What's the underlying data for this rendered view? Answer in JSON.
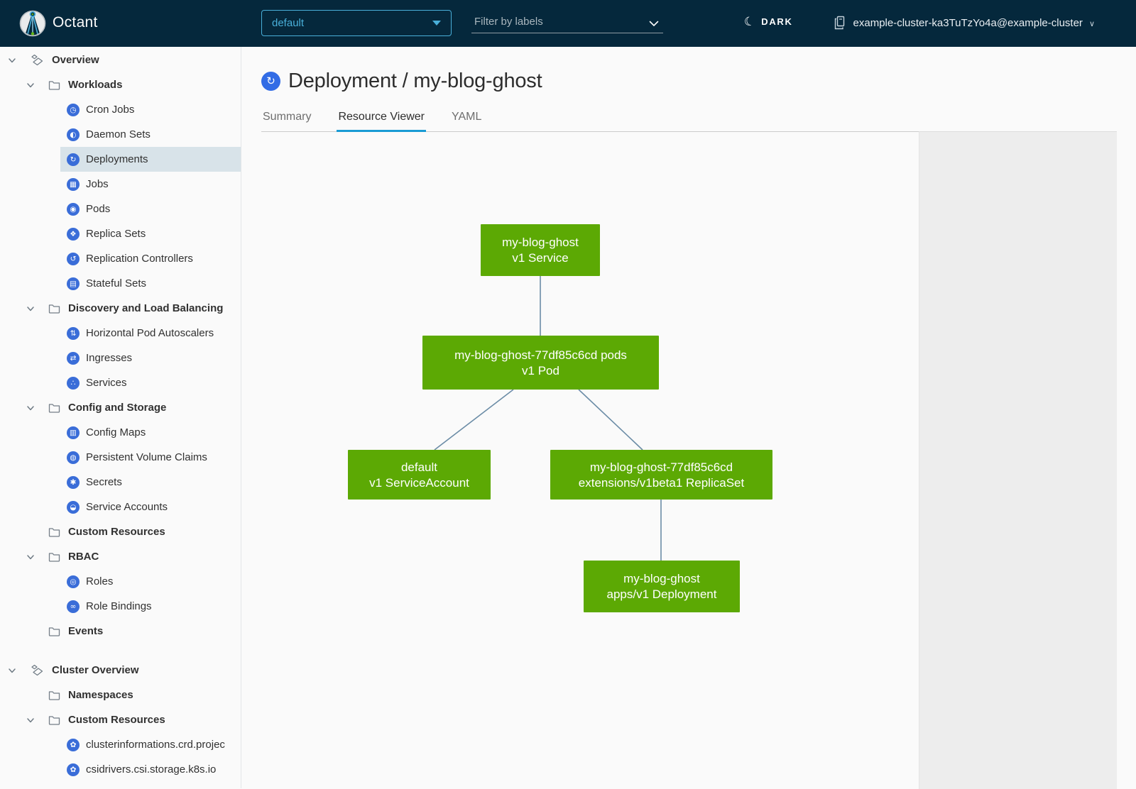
{
  "header": {
    "app_name": "Octant",
    "namespace_selector": {
      "value": "default"
    },
    "filter": {
      "placeholder": "Filter by labels"
    },
    "theme_toggle": {
      "label": "DARK"
    },
    "context": {
      "label": "example-cluster-ka3TuTzYo4a@example-cluster"
    }
  },
  "sidebar": {
    "items": [
      {
        "label": "Overview",
        "type": "section",
        "icon": "applications-icon",
        "chevron": true
      },
      {
        "label": "Workloads",
        "type": "folder",
        "chevron": true
      },
      {
        "label": "Cron Jobs",
        "type": "resource",
        "icon": "cron-jobs-icon",
        "glyph": "◷"
      },
      {
        "label": "Daemon Sets",
        "type": "resource",
        "icon": "daemon-sets-icon",
        "glyph": "◐"
      },
      {
        "label": "Deployments",
        "type": "resource",
        "icon": "deployments-icon",
        "glyph": "↻",
        "selected": true
      },
      {
        "label": "Jobs",
        "type": "resource",
        "icon": "jobs-icon",
        "glyph": "▦"
      },
      {
        "label": "Pods",
        "type": "resource",
        "icon": "pods-icon",
        "glyph": "◉"
      },
      {
        "label": "Replica Sets",
        "type": "resource",
        "icon": "replica-sets-icon",
        "glyph": "❖"
      },
      {
        "label": "Replication Controllers",
        "type": "resource",
        "icon": "replication-controllers-icon",
        "glyph": "↺"
      },
      {
        "label": "Stateful Sets",
        "type": "resource",
        "icon": "stateful-sets-icon",
        "glyph": "▤"
      },
      {
        "label": "Discovery and Load Balancing",
        "type": "folder",
        "chevron": true
      },
      {
        "label": "Horizontal Pod Autoscalers",
        "type": "resource",
        "icon": "horizontal-pod-autoscalers-icon",
        "glyph": "⇅"
      },
      {
        "label": "Ingresses",
        "type": "resource",
        "icon": "ingresses-icon",
        "glyph": "⇄"
      },
      {
        "label": "Services",
        "type": "resource",
        "icon": "services-icon",
        "glyph": "∴"
      },
      {
        "label": "Config and Storage",
        "type": "folder",
        "chevron": true
      },
      {
        "label": "Config Maps",
        "type": "resource",
        "icon": "config-maps-icon",
        "glyph": "▥"
      },
      {
        "label": "Persistent Volume Claims",
        "type": "resource",
        "icon": "persistent-volume-claims-icon",
        "glyph": "◍"
      },
      {
        "label": "Secrets",
        "type": "resource",
        "icon": "secrets-icon",
        "glyph": "✱"
      },
      {
        "label": "Service Accounts",
        "type": "resource",
        "icon": "service-accounts-icon",
        "glyph": "◒"
      },
      {
        "label": "Custom Resources",
        "type": "folder",
        "chevron": false
      },
      {
        "label": "RBAC",
        "type": "folder",
        "chevron": true
      },
      {
        "label": "Roles",
        "type": "resource",
        "icon": "roles-icon",
        "glyph": "◎"
      },
      {
        "label": "Role Bindings",
        "type": "resource",
        "icon": "role-bindings-icon",
        "glyph": "∞"
      },
      {
        "label": "Events",
        "type": "folder",
        "chevron": false
      },
      {
        "label": "Cluster Overview",
        "type": "section",
        "icon": "applications-icon",
        "chevron": true,
        "gap_before": true
      },
      {
        "label": "Namespaces",
        "type": "folder",
        "chevron": false
      },
      {
        "label": "Custom Resources",
        "type": "folder",
        "chevron": true
      },
      {
        "label": "clusterinformations.crd.projec",
        "type": "resource",
        "icon": "custom-resource-icon",
        "glyph": "✿"
      },
      {
        "label": "csidrivers.csi.storage.k8s.io",
        "type": "resource",
        "icon": "custom-resource-icon",
        "glyph": "✿"
      }
    ]
  },
  "main": {
    "title": "Deployment / my-blog-ghost",
    "title_icon_glyph": "↻",
    "tabs": [
      {
        "label": "Summary",
        "active": false
      },
      {
        "label": "Resource Viewer",
        "active": true
      },
      {
        "label": "YAML",
        "active": false
      }
    ],
    "graph": {
      "nodes": [
        {
          "id": "service",
          "line1": "my-blog-ghost",
          "line2": "v1 Service"
        },
        {
          "id": "pod",
          "line1": "my-blog-ghost-77df85c6cd pods",
          "line2": "v1 Pod"
        },
        {
          "id": "serviceaccount",
          "line1": "default",
          "line2": "v1 ServiceAccount"
        },
        {
          "id": "replicaset",
          "line1": "my-blog-ghost-77df85c6cd",
          "line2": "extensions/v1beta1 ReplicaSet"
        },
        {
          "id": "deployment",
          "line1": "my-blog-ghost",
          "line2": "apps/v1 Deployment"
        }
      ],
      "edges": [
        [
          "service",
          "pod"
        ],
        [
          "pod",
          "serviceaccount"
        ],
        [
          "pod",
          "replicaset"
        ],
        [
          "replicaset",
          "deployment"
        ]
      ]
    }
  },
  "colors": {
    "header_bg": "#05283c",
    "accent_blue": "#49afd9",
    "tab_underline": "#199bd4",
    "node_green": "#5ca904",
    "edge_line": "#6b8ca6",
    "resource_icon_blue": "#3a6dd8",
    "selected_row_bg": "#d8e3e9",
    "panel_bg": "#ededed"
  }
}
